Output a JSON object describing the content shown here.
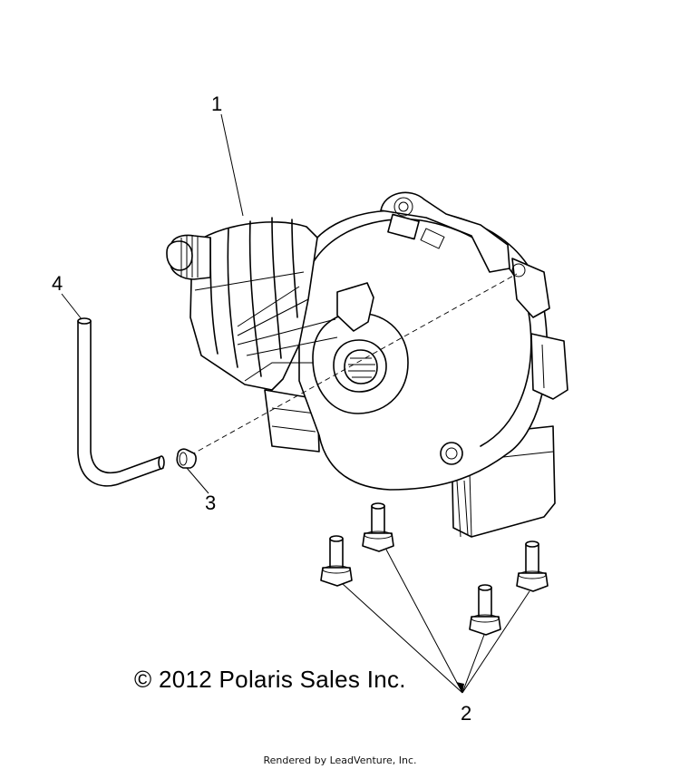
{
  "callouts": [
    {
      "id": "1",
      "label": "1"
    },
    {
      "id": "2",
      "label": "2"
    },
    {
      "id": "3",
      "label": "3"
    },
    {
      "id": "4",
      "label": "4"
    }
  ],
  "copyright": "© 2012 Polaris Sales Inc.",
  "rendered_by": "Rendered by LeadVenture, Inc.",
  "colors": {
    "line": "#000000",
    "background": "#ffffff"
  }
}
